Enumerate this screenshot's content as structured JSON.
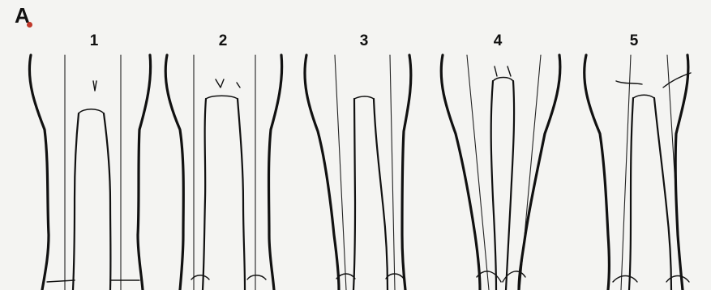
{
  "figure": {
    "panel_label": "A",
    "panel_mark": "a",
    "view_numbers": [
      "1",
      "2",
      "3",
      "4",
      "5"
    ]
  }
}
